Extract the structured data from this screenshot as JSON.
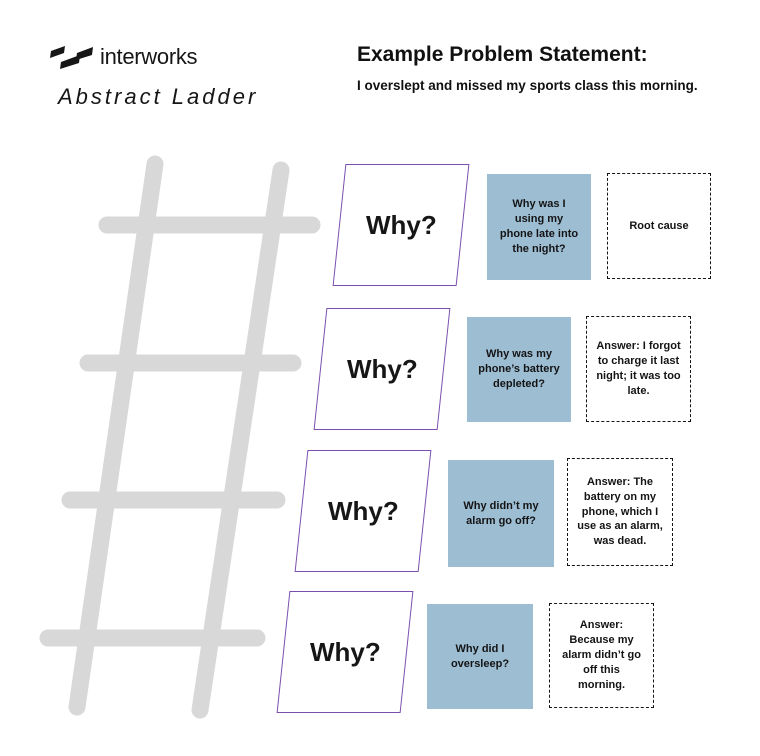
{
  "logo": {
    "brand": "interworks",
    "mark_icon": "interworks-logo-mark"
  },
  "board_title": "Abstract Ladder",
  "header": {
    "title": "Example Problem Statement:",
    "subtitle": "I overslept and missed my sports class this morning."
  },
  "graphics": {
    "ladder_icon": "ladder-graphic"
  },
  "colors": {
    "question_card_blue": "#9dbdd3",
    "ladder_gray": "#d8d8d8",
    "why_shape_purple": "#7a4fae",
    "text": "#161616"
  },
  "rows": [
    {
      "why": "Why?",
      "question": "Why was I using my phone late into the night?",
      "answer": "Root cause"
    },
    {
      "why": "Why?",
      "question": "Why was my phone’s battery depleted?",
      "answer": "Answer: I forgot to charge it last night; it was too late."
    },
    {
      "why": "Why?",
      "question": "Why didn’t my alarm go off?",
      "answer": "Answer: The battery on my phone, which I use as an alarm, was dead."
    },
    {
      "why": "Why?",
      "question": "Why did I oversleep?",
      "answer": "Answer: Because my alarm didn’t go off this morning."
    }
  ]
}
